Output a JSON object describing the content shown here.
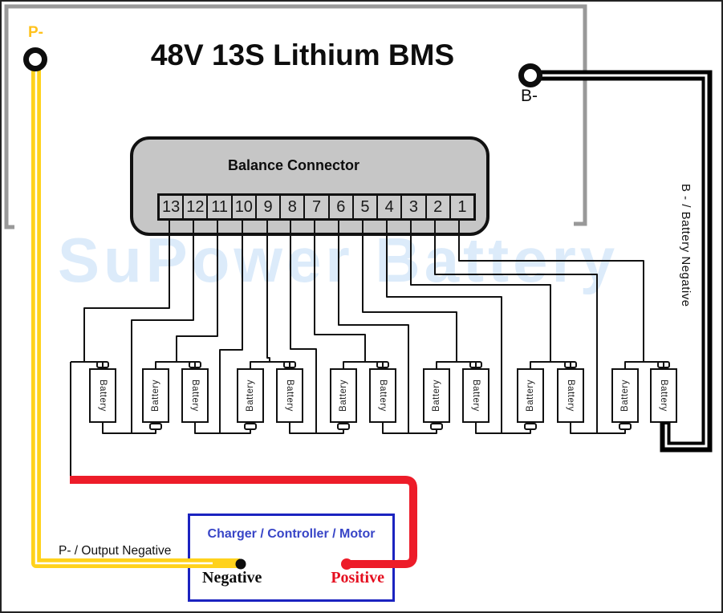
{
  "title": "48V 13S Lithium BMS",
  "watermark": "SuPower Battery",
  "terminals": {
    "p_minus_label": "P-",
    "b_minus_label": "B-"
  },
  "balance_connector": {
    "label": "Balance Connector",
    "pins": [
      "13",
      "12",
      "11",
      "10",
      "9",
      "8",
      "7",
      "6",
      "5",
      "4",
      "3",
      "2",
      "1"
    ]
  },
  "batteries": {
    "label": "Battery",
    "count": 13,
    "cells": [
      {
        "terminal": "top"
      },
      {
        "terminal": "bottom"
      },
      {
        "terminal": "top"
      },
      {
        "terminal": "bottom"
      },
      {
        "terminal": "top"
      },
      {
        "terminal": "bottom"
      },
      {
        "terminal": "top"
      },
      {
        "terminal": "bottom"
      },
      {
        "terminal": "top"
      },
      {
        "terminal": "bottom"
      },
      {
        "terminal": "top"
      },
      {
        "terminal": "bottom"
      },
      {
        "terminal": "top"
      }
    ]
  },
  "labels": {
    "output_negative": "P- / Output Negative",
    "battery_negative": "B - / Battery Negative"
  },
  "load_box": {
    "title": "Charger / Controller / Motor",
    "negative": "Negative",
    "positive": "Positive"
  },
  "colors": {
    "wire_output_negative_yellow": "#FFD21C",
    "wire_positive_red": "#ED1C29",
    "wire_battery_negative_black": "#000000",
    "wire_loop_gray": "#999999",
    "balance_wire": "#111111",
    "load_box_border": "#1B23C0",
    "load_box_title": "#3845C7",
    "positive_label": "#E50F20",
    "p_minus_label": "#FFC21E",
    "watermark": "#DCEBFA"
  }
}
